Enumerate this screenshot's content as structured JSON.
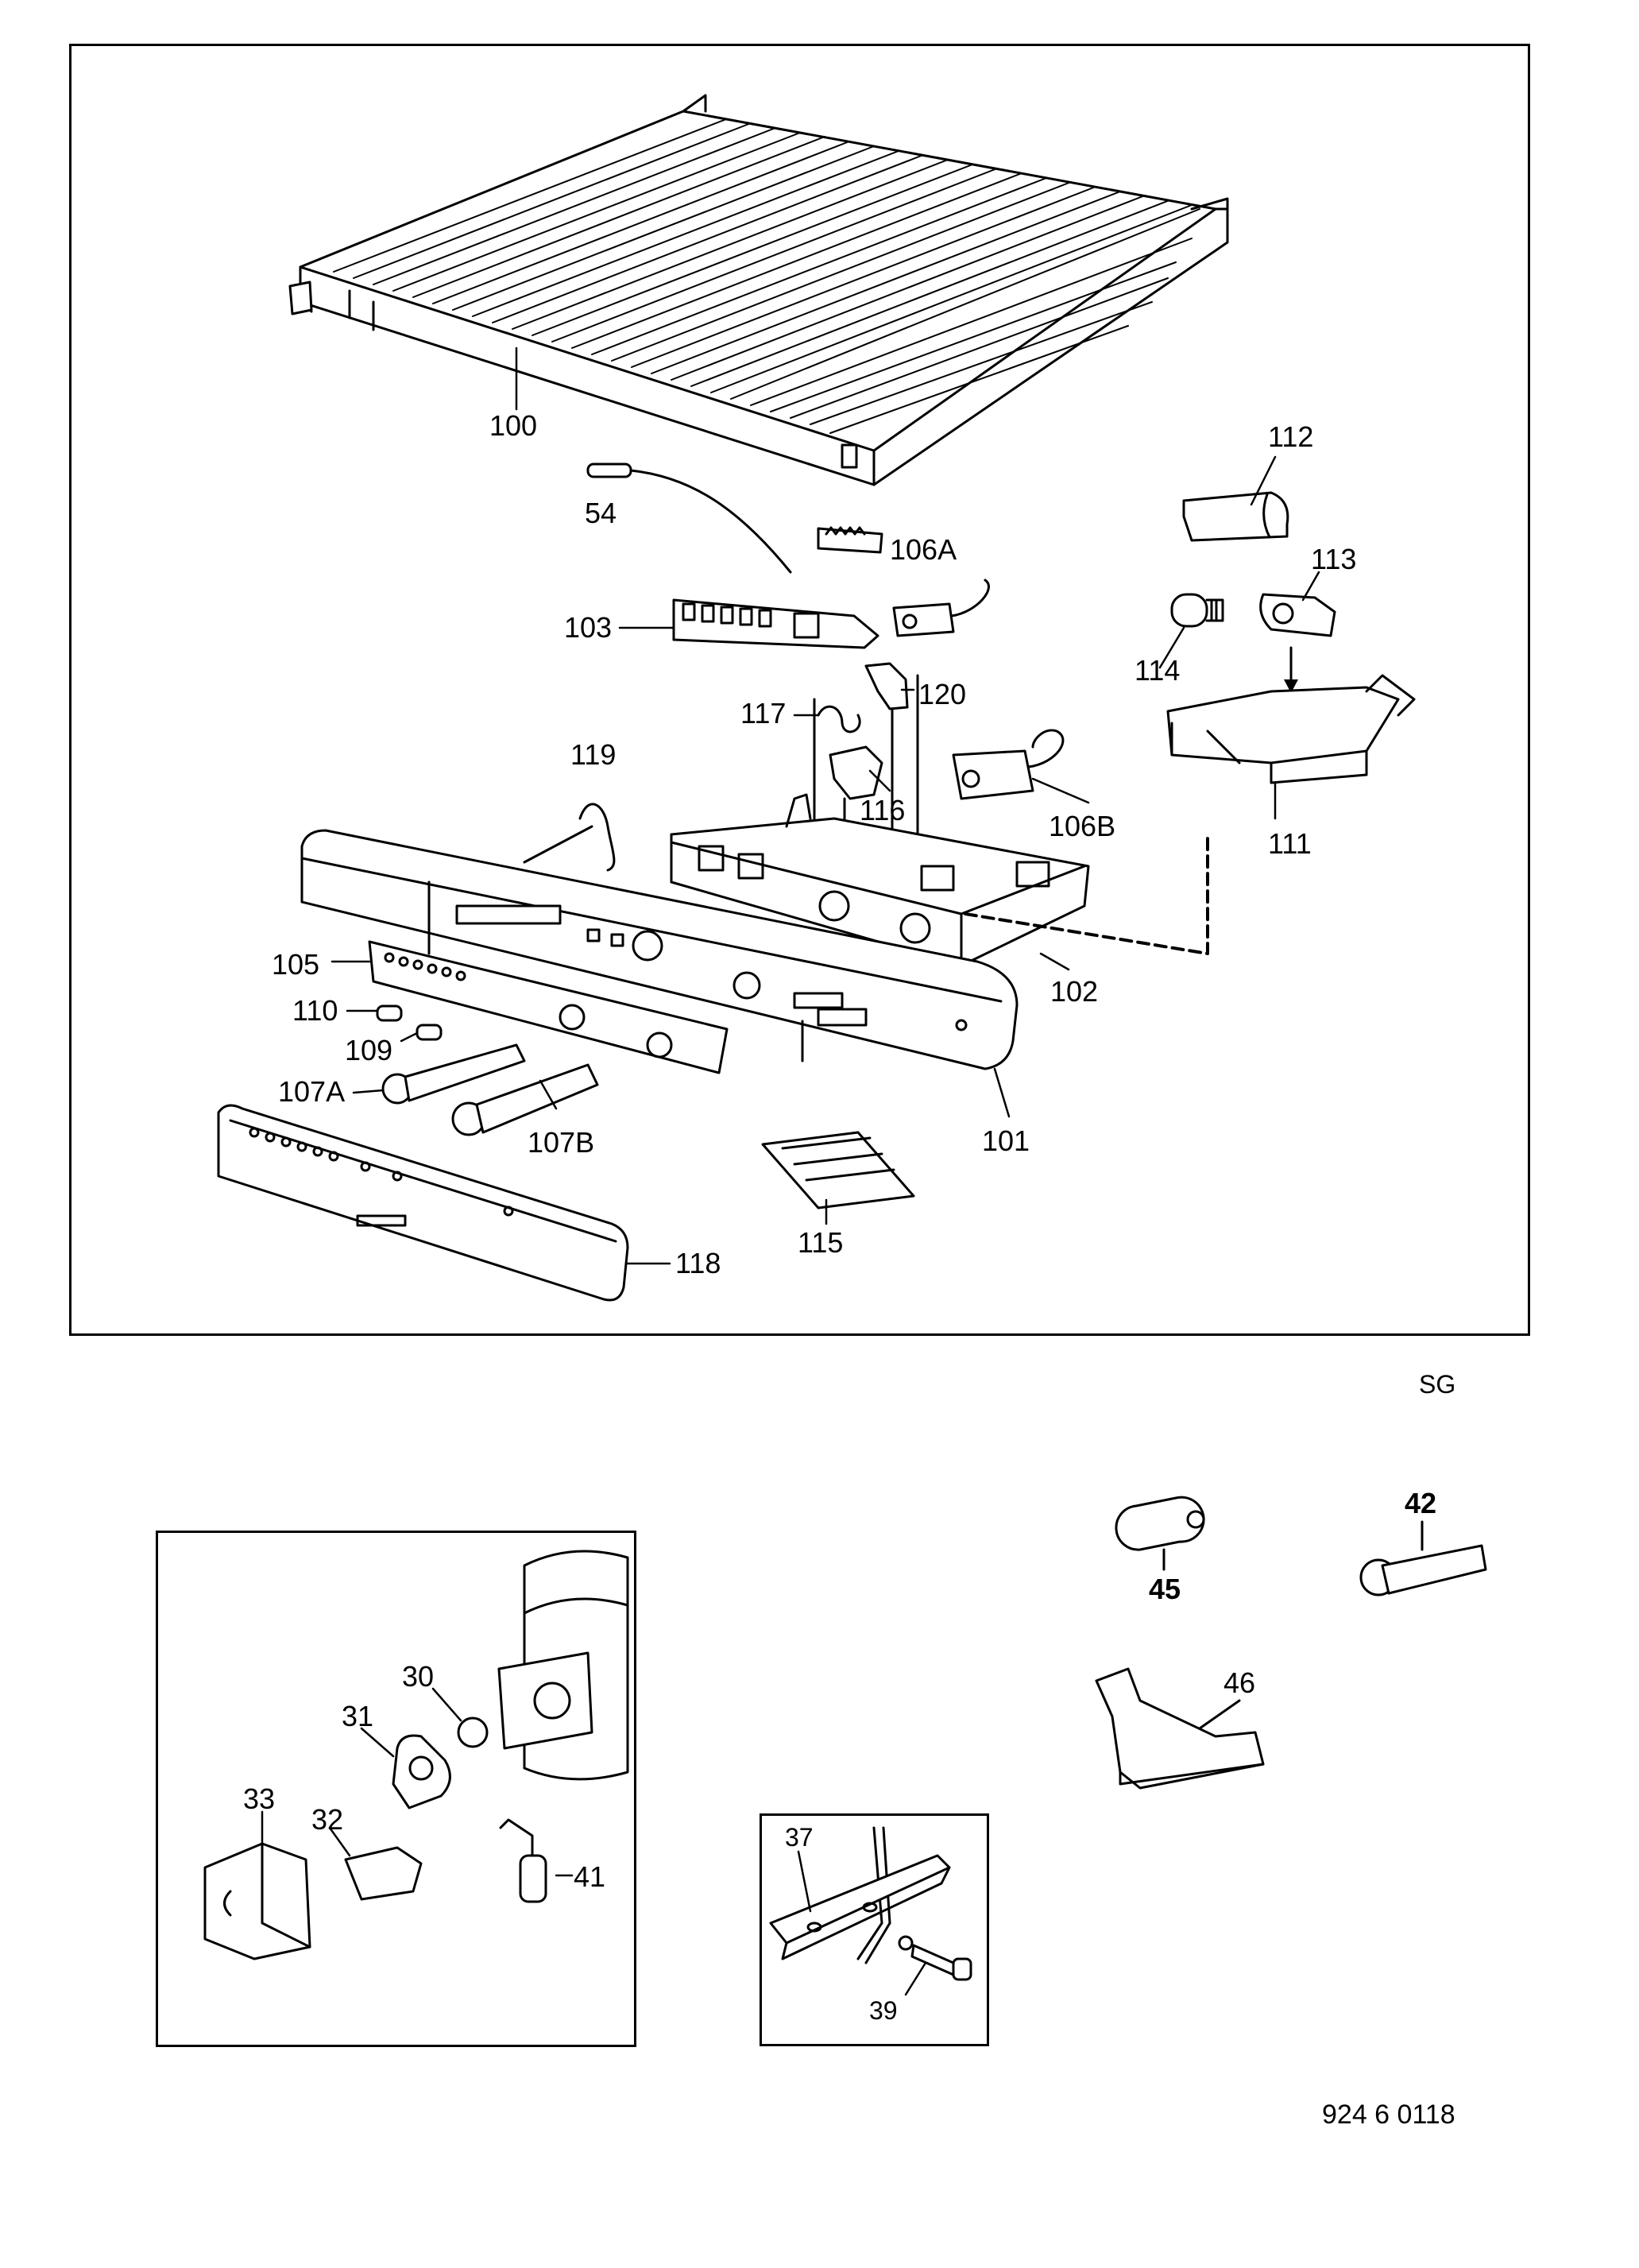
{
  "diagram": {
    "corner_code": "SG",
    "document_number": "924 6 0118",
    "main_labels": {
      "p100": "100",
      "p54": "54",
      "p112": "112",
      "p106a": "106A",
      "p113": "113",
      "p103": "103",
      "p114": "114",
      "p120": "120",
      "p117": "117",
      "p119": "119",
      "p116": "116",
      "p106b": "106B",
      "p111": "111",
      "p105": "105",
      "p102": "102",
      "p110": "110",
      "p109": "109",
      "p107a": "107A",
      "p107b": "107B",
      "p101": "101",
      "p115": "115",
      "p118": "118"
    },
    "compressor_labels": {
      "p30": "30",
      "p31": "31",
      "p33": "33",
      "p32": "32",
      "p41": "41"
    },
    "bracket_labels": {
      "p37": "37",
      "p39": "39"
    },
    "loose_labels": {
      "p45": "45",
      "p42": "42",
      "p46": "46"
    }
  }
}
